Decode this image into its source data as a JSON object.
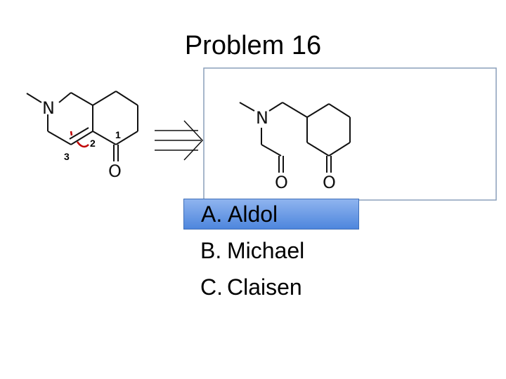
{
  "title": "Problem 16",
  "left_molecule": {
    "atoms": {
      "n": "N",
      "o": "O"
    },
    "numbers": {
      "one": "1",
      "two": "2",
      "three": "3"
    }
  },
  "right_molecule": {
    "atoms": {
      "n": "N",
      "o_aldehyde": "O",
      "o_ketone": "O"
    }
  },
  "choices": [
    {
      "letter": "A.",
      "label": "Aldol",
      "selected": true
    },
    {
      "letter": "B.",
      "label": "Michael",
      "selected": false
    },
    {
      "letter": "C.",
      "label": "Claisen",
      "selected": false
    }
  ],
  "colors": {
    "highlight": "#5b8fe0",
    "box_border": "#8a9fba",
    "bond_break": "#c00000"
  }
}
